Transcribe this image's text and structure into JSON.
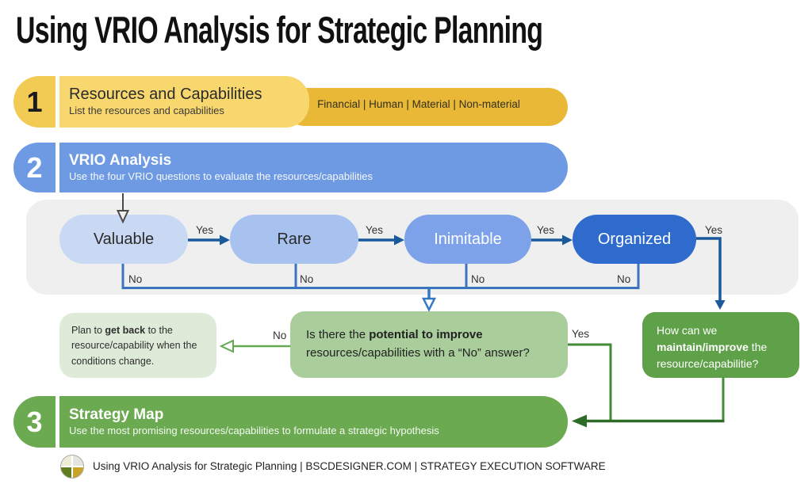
{
  "page": {
    "title": "Using VRIO Analysis for Strategic Planning"
  },
  "steps": [
    {
      "number": "1",
      "title": "Resources and Capabilities",
      "subtitle": "List the resources and capabilities",
      "tag": "Financial | Human | Material | Non-material"
    },
    {
      "number": "2",
      "title": "VRIO Analysis",
      "subtitle": "Use the four VRIO questions to evaluate the resources/capabilities"
    },
    {
      "number": "3",
      "title": "Strategy Map",
      "subtitle": "Use the most promising resources/capabilities to formulate a strategic hypothesis"
    }
  ],
  "flow": {
    "yes_label": "Yes",
    "no_label": "No",
    "nodes": [
      {
        "label": "Valuable",
        "fill": "#C9D9F4",
        "text": "#2A2A2A"
      },
      {
        "label": "Rare",
        "fill": "#A8C2EF",
        "text": "#2A2A2A"
      },
      {
        "label": "Inimitable",
        "fill": "#7DA2E9",
        "text": "#FFFFFF"
      },
      {
        "label": "Organized",
        "fill": "#2E6BCD",
        "text": "#FFFFFF"
      }
    ]
  },
  "outcomes": {
    "plan": {
      "line1_pre": "Plan to ",
      "line1_bold": "get back",
      "line1_post": " to the",
      "line2": "resource/capability when the",
      "line3": "conditions change."
    },
    "improve": {
      "line1_pre": "Is there the ",
      "line1_bold": "potential to improve",
      "line2": "resources/capabilities with a “No” answer?"
    },
    "maintain": {
      "line1": "How can we",
      "line2_bold": "maintain/improve",
      "line2_post": " the",
      "line3": "resource/capabilitie?"
    }
  },
  "footer": {
    "text": "Using VRIO Analysis for Strategic Planning | BSCDESIGNER.COM | STRATEGY EXECUTION SOFTWARE"
  },
  "colors": {
    "step1_tile": "#F2CB55",
    "step1_box": "#F8D76E",
    "step1_pill": "#E9B837",
    "step2_blue": "#6D9AE3",
    "step3_green": "#6BAA51",
    "flow_bg": "#EFEFEF",
    "outcome_light_green": "#DEEBD8",
    "outcome_mid_green": "#A9CE9B",
    "outcome_dark_green": "#5FA148",
    "arrow_blue_dark": "#1A5A9C",
    "line_blue": "#3B74BD",
    "line_green": "#458A36",
    "arrow_green_dark": "#2F6B28",
    "arrow_gray": "#4A4A4A"
  }
}
